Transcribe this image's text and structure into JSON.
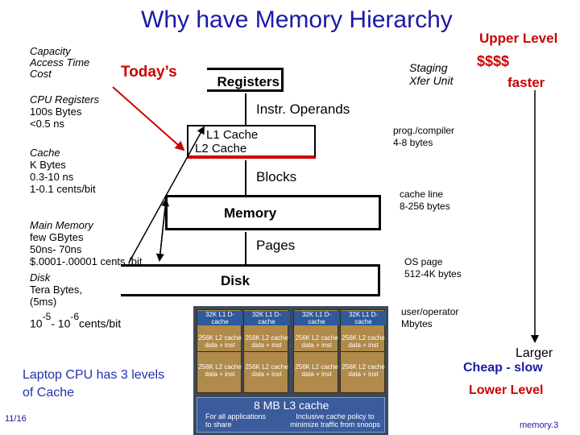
{
  "title": "Why have Memory Hierarchy",
  "upper_level": "Upper Level",
  "dollars": "$$$$",
  "faster": "faster",
  "staging": [
    "Staging",
    "Xfer Unit"
  ],
  "capacity_header": [
    "Capacity",
    "Access Time",
    "Cost"
  ],
  "todays": "Today’s",
  "cpu_registers": [
    "CPU Registers",
    "100s Bytes",
    "<0.5 ns"
  ],
  "cache_info": [
    "Cache",
    "K Bytes",
    "0.3-10 ns",
    "1-0.1 cents/bit"
  ],
  "main_memory": [
    "Main Memory",
    "few GBytes",
    "50ns- 70ns",
    "$.0001-.00001 cents /bit"
  ],
  "disk_info": [
    "Disk",
    "Tera Bytes,",
    "(5ms)"
  ],
  "disk_cost": {
    "base1": "10",
    "exp1": "-5",
    "mid": "- 10",
    "exp2": "-6",
    "tail": "cents/bit"
  },
  "laptop": [
    "Laptop CPU has 3 levels",
    "of Cache"
  ],
  "slide_number": "11/16",
  "levels": {
    "registers": "Registers",
    "cache_l1": "L1 Cache",
    "cache_l2": "L2 Cache",
    "memory": "Memory",
    "disk": "Disk"
  },
  "transfers": {
    "instr_operands": "Instr. Operands",
    "blocks": "Blocks",
    "pages": "Pages"
  },
  "staging_units": {
    "prog": [
      "prog./compiler",
      "4-8 bytes"
    ],
    "cacheline": [
      "cache line",
      "8-256 bytes"
    ],
    "ospage": [
      "OS page",
      "512-4K bytes"
    ],
    "useroper": [
      "user/operator",
      "Mbytes"
    ]
  },
  "larger": "Larger",
  "cheap_slow": "Cheap - slow",
  "lower_level": "Lower Level",
  "footer": "memory.3",
  "die": {
    "l1": "32K L1 D-cache",
    "l2": [
      "256K L2 cache",
      "data + inst"
    ],
    "l3_title": "8 MB L3 cache",
    "l3_left": [
      "For all applications",
      "to share"
    ],
    "l3_right": [
      "Inclusive cache policy to",
      "minimize traffic from snoops"
    ]
  },
  "colors": {
    "title": "#1a1aa6",
    "accent_red": "#cc0000",
    "blue_text": "#2030b0"
  }
}
